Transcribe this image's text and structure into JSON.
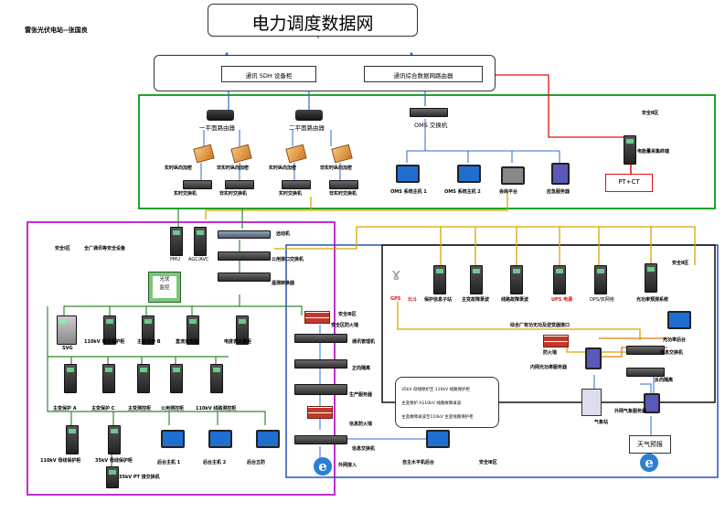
{
  "header": {
    "top_title": "电力调度数据网",
    "station_label": "雷张光伏电站--张国良"
  },
  "top_rack": {
    "sdh": "通讯 SDH 设备柜",
    "router": "通讯综合数据网路由器"
  },
  "zone_ii_top": {
    "label": "安全Ⅱ区",
    "router1": "一平面路由器",
    "router2": "二平面路由器",
    "oms_switch": "OMS 交换机",
    "fw1": "实时纵向加密",
    "fw2": "非实时纵向加密",
    "fw3": "实时纵向加密",
    "fw4": "非实时纵向加密",
    "sw1": "实时交换机",
    "sw2": "非实时交换机",
    "sw3": "实时交换机",
    "sw4": "非实时交换机",
    "oms_host1": "OMS 系统主机 1",
    "oms_host2": "OMS 系统主机 2",
    "conf": "会商平台",
    "emergency": "应急服务器",
    "energy_terminal": "电能量采集终端",
    "ptct": "PT+CT"
  },
  "zone_i": {
    "label": "安全Ⅰ区",
    "title": "全厂通讯等安全设备",
    "pmu": "PMU",
    "agc": "AGC/AVC",
    "remote": "远动机",
    "pv_monitor": "光伏\n监控",
    "public_switch": "公用接口交换机",
    "mon_switch": "遥测转换器",
    "svg": "SVG",
    "p110": "110kV 母线保护柜",
    "main_b": "主变保护 B",
    "dc": "直流充电柜",
    "meter": "电度表计量柜",
    "main_a": "主变保护 A",
    "main_c": "主变保护 C",
    "main_meas": "主变测控柜",
    "common_meas": "公用测控柜",
    "line_meas": "110kV 线路测控柜",
    "p110b": "110kV 母线保护柜",
    "p35": "35kV 母线保护柜",
    "ws1": "后台主机 1",
    "ws2": "后台主机 2",
    "ws3": "后台五防",
    "vpt": "35kV PT 接交换机"
  },
  "middle": {
    "zone": "安全Ⅲ区",
    "fw_zone": "安全区防火墙",
    "comm_mgr": "通讯管理机",
    "forward": "正向隔离",
    "prod": "生产服务器",
    "info_fw": "信息防火墙",
    "info_switch": "信息交换机",
    "ext": "外网接入",
    "remote_ws": "自主水平机后台",
    "zone3": "安全Ⅲ区"
  },
  "zone_ii_right": {
    "label": "安全Ⅱ区",
    "gps": "GPS",
    "beidou": "北斗",
    "fault1": "保护信息子站",
    "fault2": "主变故障录波",
    "fault3": "线路故障录波",
    "ups": "UPS 电源",
    "ops": "OPS/双网络",
    "forecast": "光功率预测系统",
    "fw_text": "综合厂有功无功及逆变器接口",
    "firewall": "防火墙",
    "inner_net": "内网光功率服务器",
    "pred_bg": "光功率后台",
    "info_switch2": "信息交换机",
    "reverse": "反向隔离",
    "weather": "外网气象服务器",
    "weather_stn": "气象站",
    "sky": "天气预报"
  },
  "legend": {
    "l1": "35kV 母线保护至 110kV 线路保护柜",
    "l2": "主变保护 A110kV 线路故障录波",
    "l3": "主变故障录波至110kV 主变线路保护柜"
  },
  "colors": {
    "green_zone": "#1fa22a",
    "magenta_zone": "#c22fd0",
    "blue_zone": "#2255b8",
    "red_line": "#e01010",
    "yellow_line": "#d9a400",
    "green_line": "#2e8b2e",
    "blue_arrow": "#2a6bd1"
  }
}
